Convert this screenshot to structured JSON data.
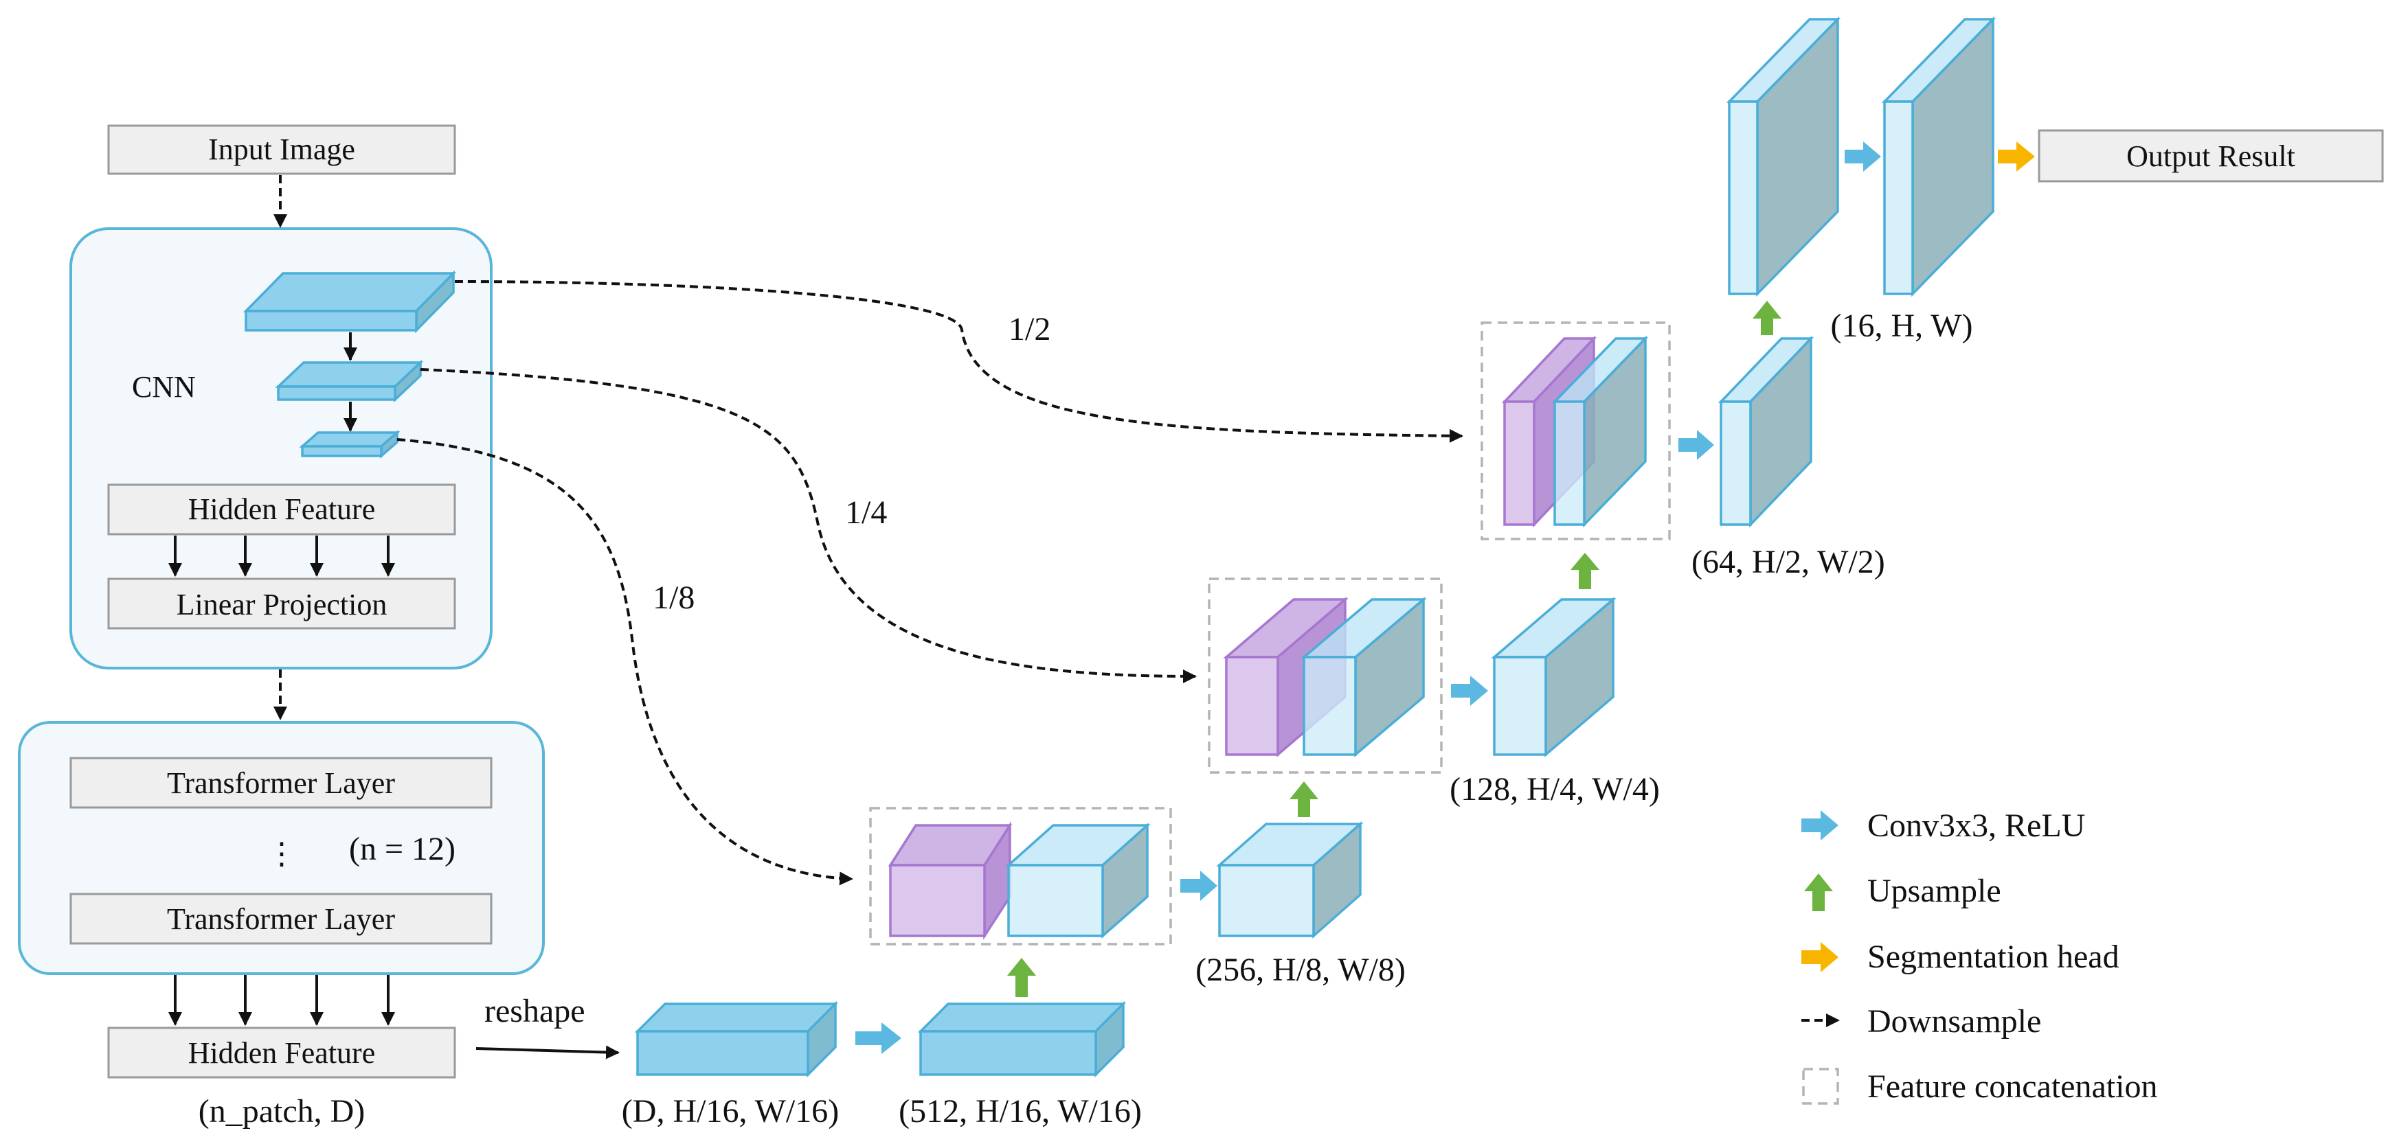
{
  "boxes": {
    "input_image": "Input Image",
    "hidden_feature_top": "Hidden Feature",
    "linear_projection": "Linear Projection",
    "transformer_layer_1": "Transformer Layer",
    "transformer_layer_2": "Transformer Layer",
    "hidden_feature_bottom": "Hidden Feature",
    "output_result": "Output Result"
  },
  "labels": {
    "cnn": "CNN",
    "n_layers": "(n = 12)",
    "vertical_ellipsis": "⋮",
    "n_patch": "(n_patch, D)",
    "reshape": "reshape",
    "skip_half": "1/2",
    "skip_quarter": "1/4",
    "skip_eighth": "1/8"
  },
  "dims": {
    "d_h16": "(D, H/16, W/16)",
    "c512_h16": "(512, H/16, W/16)",
    "c256_h8": "(256, H/8, W/8)",
    "c128_h4": "(128, H/4, W/4)",
    "c64_h2": "(64, H/2, W/2)",
    "c16_h": "(16, H, W)"
  },
  "legend": [
    {
      "icon": "blue-arrow-icon",
      "color": "#5bb8e0",
      "label": "Conv3x3, ReLU"
    },
    {
      "icon": "green-up-arrow-icon",
      "color": "#6db33f",
      "label": "Upsample"
    },
    {
      "icon": "yellow-arrow-icon",
      "color": "#f7b500",
      "label": "Segmentation head"
    },
    {
      "icon": "dashed-arrow-icon",
      "color": "#111111",
      "label": "Downsample"
    },
    {
      "icon": "dashed-square-icon",
      "color": "#b4b4b4",
      "label": "Feature concatenation"
    }
  ],
  "colors": {
    "encoder_feature": "#8fd0ec",
    "decoder_feature": "#cdecf8",
    "skip_feature": "#dcc8ec",
    "conv_arrow": "#5bb8e0",
    "upsample_arrow": "#6db33f",
    "seg_head_arrow": "#f7b500"
  }
}
